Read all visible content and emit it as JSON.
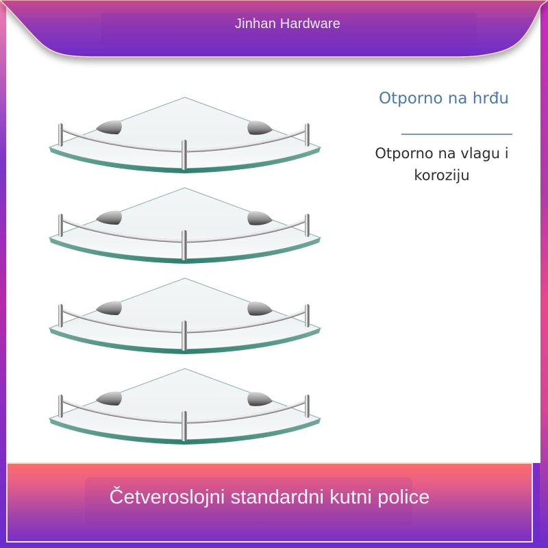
{
  "header": {
    "title": "Jinhan Hardware"
  },
  "feature": {
    "title": "Otporno na hrđu",
    "description": "Otporno na vlagu i koroziju"
  },
  "product": {
    "shelf_count": 4,
    "shelf_image_alt": "Kutna staklena polica s kromiranom ogradom"
  },
  "footer": {
    "caption": "Četveroslojni standardni kutni police"
  },
  "colors": {
    "header_top": "#c8498f",
    "header_bottom": "#6e2bc9",
    "feature_title": "#4a77b8",
    "divider": "#7896c6",
    "footer_top": "#fd6c6c",
    "footer_bottom": "#7a2fc6",
    "glass_edge": "#2d8a78"
  }
}
